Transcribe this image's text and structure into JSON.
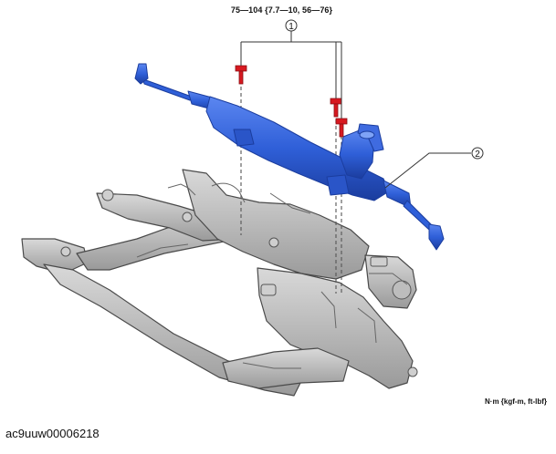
{
  "diagram": {
    "torque_spec": "75—104 {7.7—10, 56—76}",
    "units_note": "N·m {kgf-m, ft-lbf}",
    "figure_id": "ac9uuw00006218",
    "callouts": [
      {
        "number": "1",
        "label": ""
      },
      {
        "number": "2",
        "label": ""
      }
    ]
  },
  "colors": {
    "rack_blue": "#2f5fd8",
    "rack_blue_dark": "#1b3d9e",
    "bolt_red": "#d71920",
    "frame_gray": "#b3b3b3",
    "frame_edge": "#4a4a4a"
  }
}
